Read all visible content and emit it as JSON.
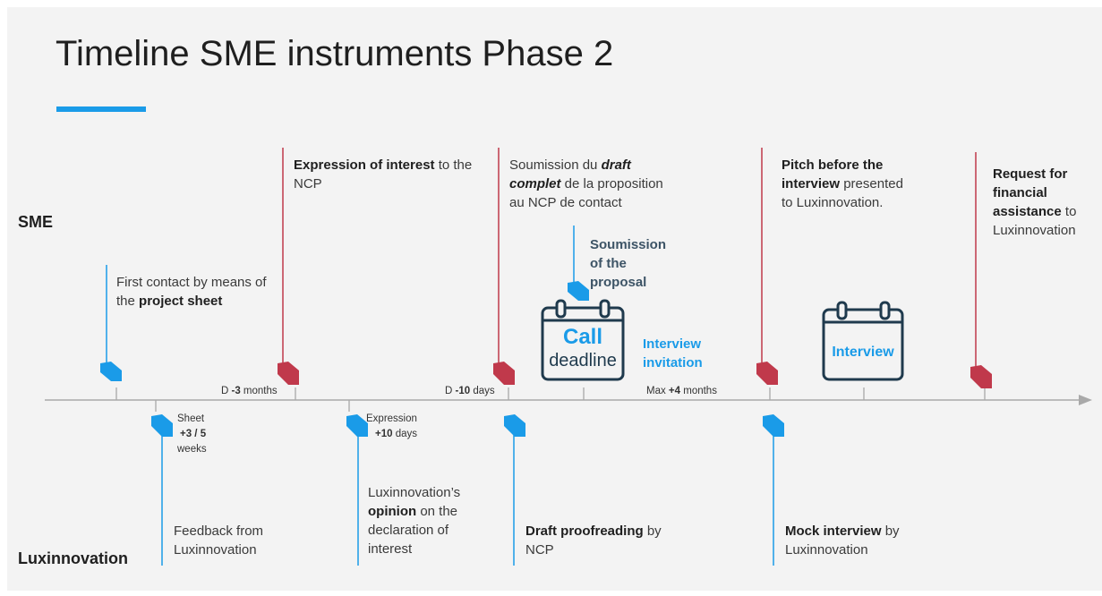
{
  "title": "Timeline SME instruments Phase 2",
  "lanes": {
    "sme": "SME",
    "lux": "Luxinnovation"
  },
  "colors": {
    "blue": "#1a9be8",
    "red": "#c0394b",
    "navy": "#1f3a4d",
    "axis": "#a9a9a9"
  },
  "sme_events": {
    "first_contact": {
      "text": "First contact by means of the ",
      "bold": "project sheet"
    },
    "expression": {
      "bold": "Expression of interest",
      "text": " to the NCP"
    },
    "soumission_draft": {
      "t1": "Soumission du ",
      "b1": "draft complet",
      "t2": " de la proposition au NCP de contact"
    },
    "pitch": {
      "bold": "Pitch before the interview",
      "text": " presented to Luxinnovation."
    },
    "request": {
      "bold": "Request for financial assistance",
      "text": " to Luxinnovation"
    }
  },
  "middle": {
    "soumission_proposal": "Soumission of the proposal",
    "call": "Call",
    "deadline": "deadline",
    "interview_invitation": "Interview invitation",
    "interview": "Interview"
  },
  "axis_labels": {
    "d3_pre": "D ",
    "d3_bold": "-3",
    "d3_post": " months",
    "d10_pre": "D ",
    "d10_bold": "-10",
    "d10_post": " days",
    "max_pre": "Max ",
    "max_bold": "+4",
    "max_post": " months"
  },
  "below_labels": {
    "sheet_title": "Sheet",
    "sheet_bold": "+3 / 5",
    "sheet_weeks": "weeks",
    "expr_title": "Expression",
    "expr_bold": "+10",
    "expr_days": " days"
  },
  "lux_events": {
    "feedback": "Feedback from Luxinnovation",
    "opinion": {
      "t1": "Luxinnovation’s ",
      "b1": "opinion",
      "t2": " on the declaration of interest"
    },
    "draft_proof": {
      "bold": "Draft proofreading",
      "text": " by NCP"
    },
    "mock": {
      "bold": "Mock interview",
      "text": " by Luxinnovation"
    }
  }
}
